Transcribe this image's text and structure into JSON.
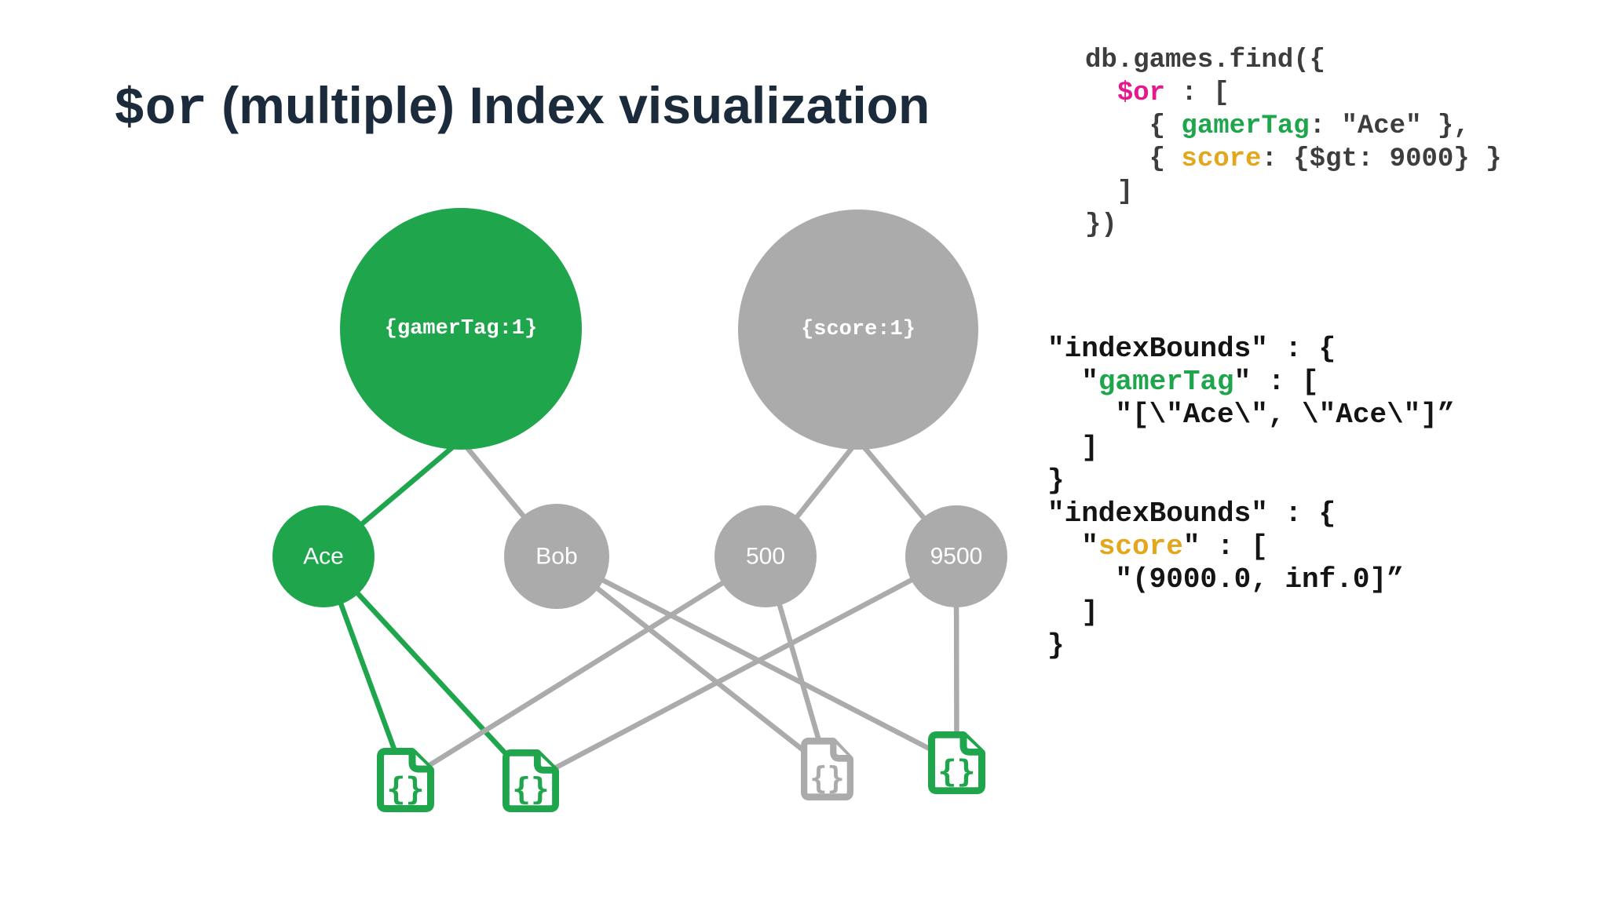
{
  "palette": {
    "green": "#1FA64D",
    "gray": "#ABABAB",
    "navy": "#1C2B3C",
    "code_base": "#3D3D3D",
    "pink": "#E6198C",
    "gold": "#E3A71E",
    "dark": "#141414"
  },
  "title": {
    "code_part": "$or",
    "text_part": " (multiple) Index visualization"
  },
  "query_code": {
    "lines": [
      [
        {
          "t": "db.games.find({",
          "c": "base"
        }
      ],
      [
        {
          "t": "  ",
          "c": "base"
        },
        {
          "t": "$or",
          "c": "pink"
        },
        {
          "t": " : [",
          "c": "base"
        }
      ],
      [
        {
          "t": "    { ",
          "c": "base"
        },
        {
          "t": "gamerTag",
          "c": "green"
        },
        {
          "t": ": \"Ace\" },",
          "c": "base"
        }
      ],
      [
        {
          "t": "    { ",
          "c": "base"
        },
        {
          "t": "score",
          "c": "gold"
        },
        {
          "t": ": {$gt: 9000} }",
          "c": "base"
        }
      ],
      [
        {
          "t": "  ]",
          "c": "base"
        }
      ],
      [
        {
          "t": "})",
          "c": "base"
        }
      ]
    ]
  },
  "index_bounds_code": {
    "lines": [
      [
        {
          "t": "\"indexBounds\" : {",
          "c": "dark"
        }
      ],
      [
        {
          "t": "  \"",
          "c": "dark"
        },
        {
          "t": "gamerTag",
          "c": "green"
        },
        {
          "t": "\" : [",
          "c": "dark"
        }
      ],
      [
        {
          "t": "    \"[\\\"Ace\\\", \\\"Ace\\\"]”",
          "c": "dark"
        }
      ],
      [
        {
          "t": "  ]",
          "c": "dark"
        }
      ],
      [
        {
          "t": "}",
          "c": "dark"
        }
      ],
      [
        {
          "t": "\"indexBounds\" : {",
          "c": "dark"
        }
      ],
      [
        {
          "t": "  \"",
          "c": "dark"
        },
        {
          "t": "score",
          "c": "gold"
        },
        {
          "t": "\" : [",
          "c": "dark"
        }
      ],
      [
        {
          "t": "    \"(9000.0, inf.0]”",
          "c": "dark"
        }
      ],
      [
        {
          "t": "  ]",
          "c": "dark"
        }
      ],
      [
        {
          "t": "}",
          "c": "dark"
        }
      ]
    ]
  },
  "diagram": {
    "index_nodes": [
      {
        "id": "gamerTag-index",
        "label": "{gamerTag:1}",
        "status": "matched"
      },
      {
        "id": "score-index",
        "label": "{score:1}",
        "status": "unmatched"
      }
    ],
    "key_nodes": [
      {
        "id": "Ace",
        "label": "Ace",
        "status": "matched"
      },
      {
        "id": "Bob",
        "label": "Bob",
        "status": "unmatched"
      },
      {
        "id": "500",
        "label": "500",
        "status": "unmatched"
      },
      {
        "id": "9500",
        "label": "9500",
        "status": "unmatched"
      }
    ],
    "documents": [
      {
        "id": "doc1",
        "status": "matched"
      },
      {
        "id": "doc2",
        "status": "matched"
      },
      {
        "id": "doc3",
        "status": "unmatched"
      },
      {
        "id": "doc4",
        "status": "matched"
      }
    ],
    "edges": [
      {
        "from": "gamerTag-index",
        "to": "Ace",
        "status": "matched"
      },
      {
        "from": "gamerTag-index",
        "to": "Bob",
        "status": "unmatched"
      },
      {
        "from": "score-index",
        "to": "500",
        "status": "unmatched"
      },
      {
        "from": "score-index",
        "to": "9500",
        "status": "unmatched"
      },
      {
        "from": "Ace",
        "to": "doc1",
        "status": "matched"
      },
      {
        "from": "Ace",
        "to": "doc2",
        "status": "matched"
      },
      {
        "from": "Bob",
        "to": "doc3",
        "status": "unmatched"
      },
      {
        "from": "Bob",
        "to": "doc4",
        "status": "unmatched"
      },
      {
        "from": "500",
        "to": "doc1",
        "status": "unmatched"
      },
      {
        "from": "500",
        "to": "doc3",
        "status": "unmatched"
      },
      {
        "from": "9500",
        "to": "doc2",
        "status": "unmatched"
      },
      {
        "from": "9500",
        "to": "doc4",
        "status": "unmatched"
      }
    ],
    "doc_braces_glyph": "{}"
  }
}
